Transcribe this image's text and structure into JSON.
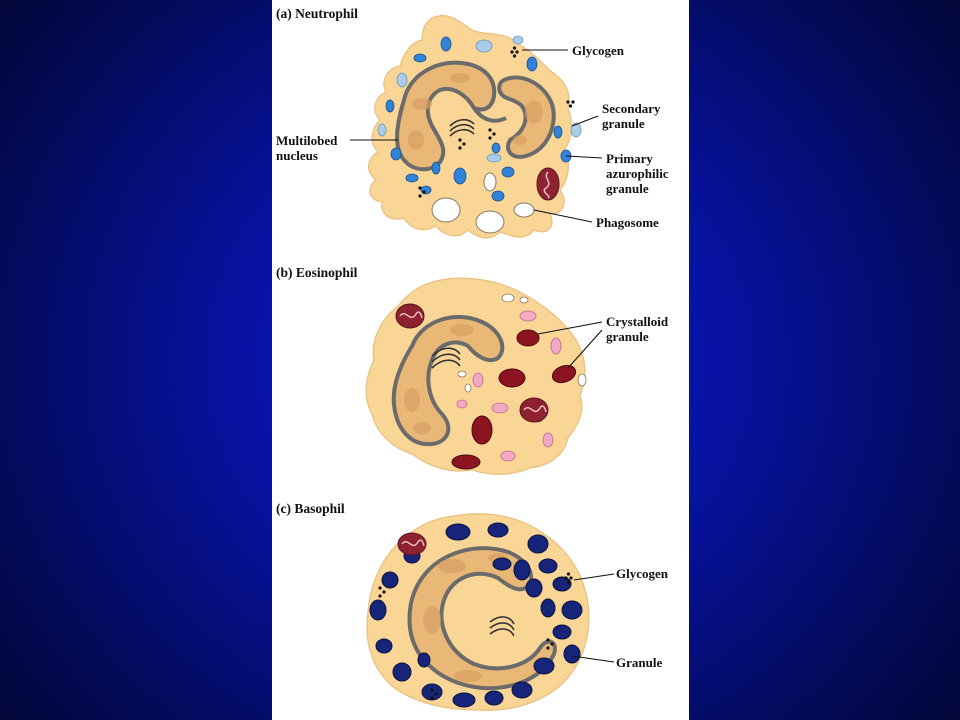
{
  "figure": {
    "panels": [
      {
        "title": "(a) Neutrophil",
        "labels": {
          "glycogen": "Glycogen",
          "secondary_granule": [
            "Secondary",
            "granule"
          ],
          "multilobed_nucleus": [
            "Multilobed",
            "nucleus"
          ],
          "primary_granule": [
            "Primary",
            "azurophilic",
            "granule"
          ],
          "phagosome": "Phagosome"
        }
      },
      {
        "title": "(b) Eosinophil",
        "labels": {
          "crystalloid_granule": [
            "Crystalloid",
            "granule"
          ]
        }
      },
      {
        "title": "(c) Basophil",
        "labels": {
          "glycogen": "Glycogen",
          "granule": "Granule"
        }
      }
    ]
  },
  "colors": {
    "cytoplasm": "#f9d596",
    "nucleus": "#e9b877",
    "primary_granule": "#2f83d8",
    "secondary_granule": "#a9cde8",
    "crystalloid_granule": "#8c1420",
    "small_granule_pink": "#f2a9c4",
    "basophil_granule": "#16257a",
    "mitochondrion": "#8e2231"
  }
}
